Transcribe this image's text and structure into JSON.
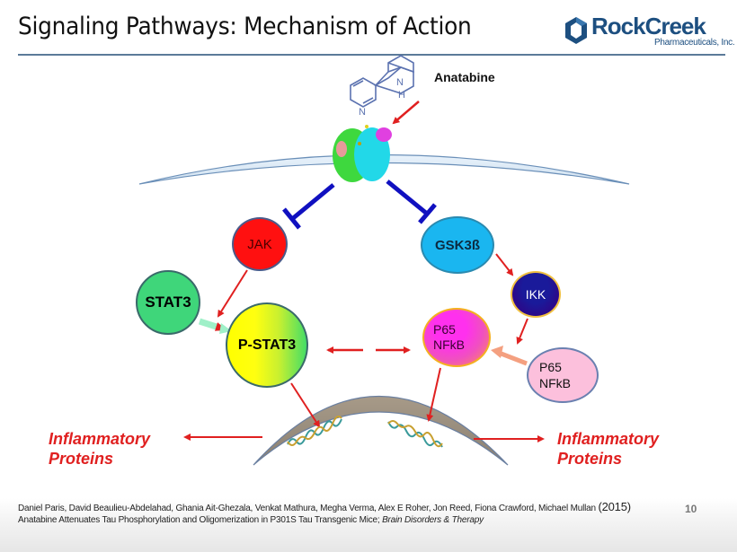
{
  "header": {
    "title": "Signaling Pathways: Mechanism of Action",
    "logo": {
      "icon": "hexagon-logo-icon",
      "name": "RockCreek",
      "subtitle": "Pharmaceuticals, Inc."
    }
  },
  "diagram": {
    "compound_label": "Anatabine",
    "receptor": "membrane-receptor-protein",
    "nodes": {
      "jak": "JAK",
      "stat3": "STAT3",
      "pstat3": "P-STAT3",
      "gsk3b": "GSK3ß",
      "ikk": "IKK",
      "p65_active_line1": "P65",
      "p65_active_line2": "NFkB",
      "p65_inactive_line1": "P65",
      "p65_inactive_line2": "NFkB"
    },
    "outputs": {
      "left_line1": "Inflammatory",
      "left_line2": "Proteins",
      "right_line1": "Inflammatory",
      "right_line2": "Proteins"
    },
    "colors": {
      "activation_arrow": "#e02020",
      "inhibition_bar": "#1010c0",
      "jak": "#ff1010",
      "stat3": "#3fd67a",
      "gsk3b": "#1ab6f0",
      "p65_inactive": "#fcc0dc"
    }
  },
  "footer": {
    "citation_authors": "Daniel Paris, David Beaulieu-Abdelahad, Ghania Ait-Ghezala, Venkat Mathura, Megha Verma, Alex E Roher, Jon Reed, Fiona Crawford, Michael Mullan",
    "citation_year": "(2015)",
    "citation_title": "Anatabine Attenuates Tau Phosphorylation and Oligomerization in P301S Tau Transgenic Mice;",
    "citation_journal": "Brain Disorders & Therapy",
    "page_number": "10"
  }
}
